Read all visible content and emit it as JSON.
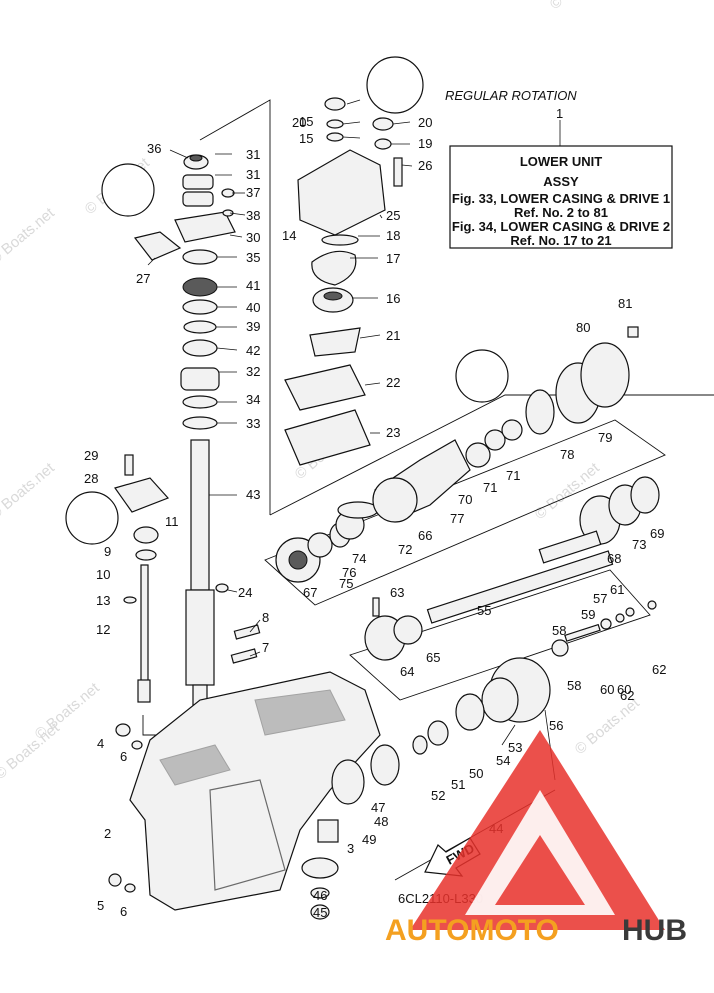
{
  "title": "REGULAR ROTATION",
  "ref_number": "1",
  "legend_box": {
    "line1": "LOWER UNIT",
    "line2": "ASSY",
    "line3": "Fig. 33, LOWER CASING & DRIVE 1",
    "line4": "Ref. No. 2 to 81",
    "line5": "Fig. 34, LOWER CASING & DRIVE 2",
    "line6": "Ref. No. 17 to 21"
  },
  "diagram_code": "6CL2110-L330",
  "fwd_label": "FWD",
  "watermark": "© Boats.net",
  "logo": {
    "part1": "AUTOMOTO",
    "part2": "HUB"
  },
  "colors": {
    "logo_orange": "#f4a020",
    "logo_red": "#e8312c",
    "logo_gray": "#3a3a3a",
    "watermark": "#d9d9d9"
  },
  "callouts": [
    "2",
    "3",
    "4",
    "5",
    "6",
    "6",
    "7",
    "8",
    "9",
    "10",
    "11",
    "12",
    "13",
    "14",
    "15",
    "15",
    "16",
    "17",
    "18",
    "19",
    "20",
    "20",
    "21",
    "22",
    "23",
    "24",
    "25",
    "26",
    "27",
    "28",
    "29",
    "30",
    "31",
    "31",
    "32",
    "33",
    "34",
    "35",
    "36",
    "37",
    "38",
    "39",
    "40",
    "41",
    "42",
    "43",
    "44",
    "45",
    "46",
    "47",
    "48",
    "49",
    "50",
    "51",
    "52",
    "53",
    "54",
    "55",
    "56",
    "57",
    "58",
    "58",
    "59",
    "60",
    "60",
    "61",
    "62",
    "62",
    "63",
    "64",
    "65",
    "66",
    "67",
    "68",
    "69",
    "70",
    "71",
    "71",
    "72",
    "73",
    "74",
    "75",
    "76",
    "77",
    "78",
    "79",
    "80",
    "81"
  ]
}
